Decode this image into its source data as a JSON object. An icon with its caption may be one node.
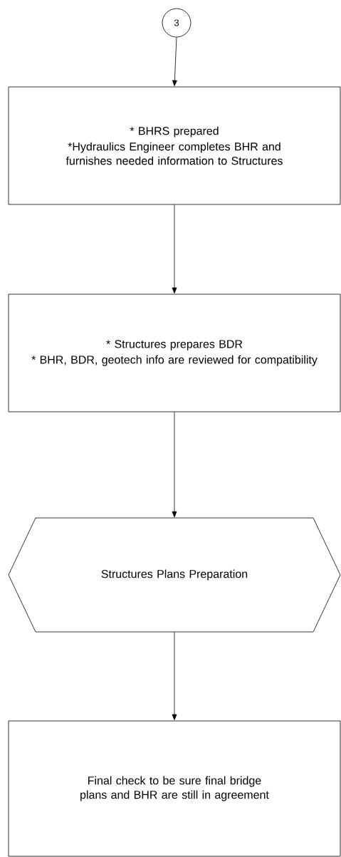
{
  "diagram": {
    "nodes": [
      {
        "text": [
          "3"
        ]
      },
      {
        "text": [
          "* BHRS prepared",
          "*Hydraulics Engineer completes BHR and furnishes needed information to Structures"
        ]
      },
      {
        "text": [
          "* Structures prepares BDR",
          "* BHR, BDR, geotech info are reviewed for compatibility"
        ]
      },
      {
        "text": [
          "Structures Plans Preparation"
        ]
      },
      {
        "text": [
          "Final check to be sure final bridge plans and BHR are still in agreement"
        ]
      }
    ],
    "edges": [
      {
        "from": 0,
        "to": 1,
        "arrow": "to"
      },
      {
        "from": 1,
        "to": 2,
        "arrow": "to"
      },
      {
        "from": 2,
        "to": 3,
        "arrow": "to"
      },
      {
        "from": 3,
        "to": 4,
        "arrow": "to"
      }
    ]
  }
}
